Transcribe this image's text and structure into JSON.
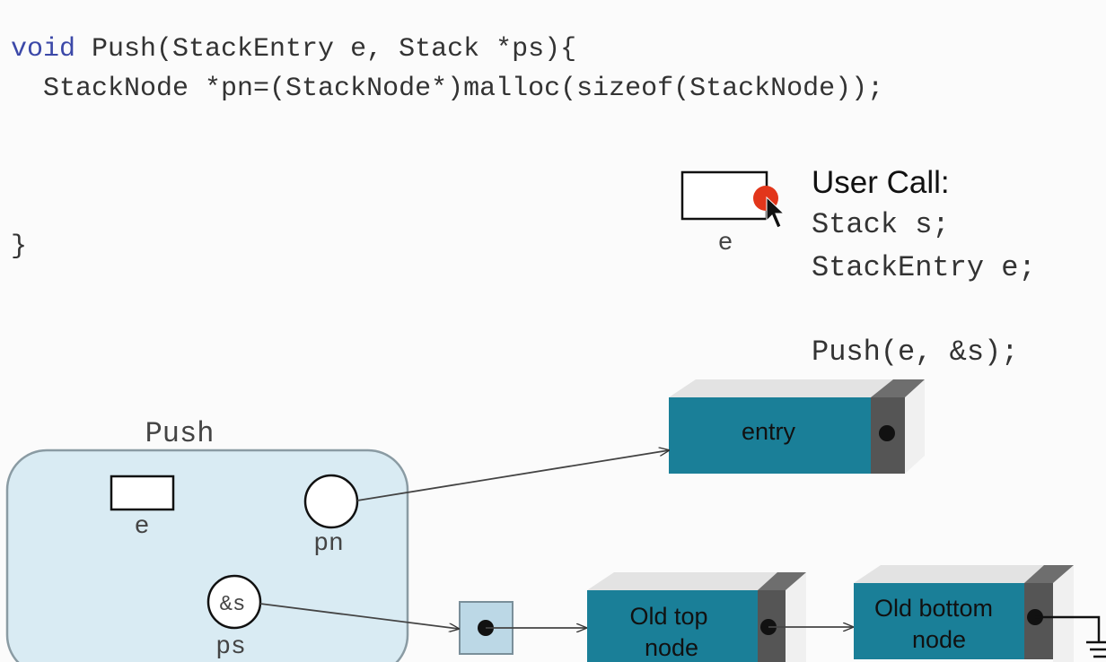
{
  "code": {
    "line1_keyword": "void",
    "line1_rest": " Push(StackEntry e, Stack *ps){",
    "line2": "  StackNode *pn=(StackNode*)malloc(sizeof(StackNode));",
    "line3": "}"
  },
  "user_call": {
    "title": "User Call:",
    "line1": "Stack s;",
    "line2": "StackEntry e;",
    "line3": "Push(e, &s);"
  },
  "diagram": {
    "caller_e_label": "e",
    "frame_title": "Push",
    "frame_e_label": "e",
    "frame_pn_label": "pn",
    "frame_ps_inner": "&s",
    "frame_ps_label": "ps",
    "new_node_label": "entry",
    "old_top_line1": "Old top",
    "old_top_line2": "node",
    "old_bottom_line1": "Old bottom",
    "old_bottom_line2": "node"
  },
  "colors": {
    "frame_fill": "#d9ebf3",
    "node_face": "#1a7f98",
    "node_top": "#e3e3e3",
    "node_side": "#555555",
    "pointer_dot": "#111111",
    "cursor_dot": "#e2361b",
    "keyword": "#3b48a8"
  }
}
